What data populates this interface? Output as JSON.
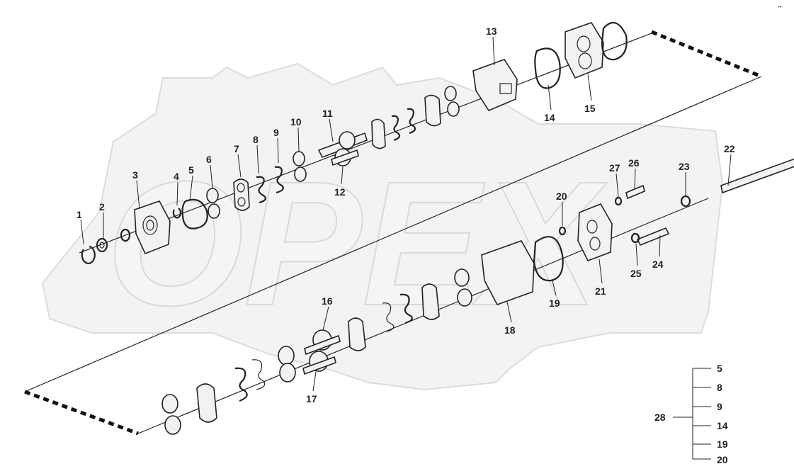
{
  "watermark": "OPEX",
  "corner_mark": "••",
  "callouts": [
    {
      "id": "c1",
      "label": "1"
    },
    {
      "id": "c2",
      "label": "2"
    },
    {
      "id": "c3",
      "label": "3"
    },
    {
      "id": "c4",
      "label": "4"
    },
    {
      "id": "c5",
      "label": "5"
    },
    {
      "id": "c6",
      "label": "6"
    },
    {
      "id": "c7",
      "label": "7"
    },
    {
      "id": "c8",
      "label": "8"
    },
    {
      "id": "c9",
      "label": "9"
    },
    {
      "id": "c10",
      "label": "10"
    },
    {
      "id": "c11",
      "label": "11"
    },
    {
      "id": "c12",
      "label": "12"
    },
    {
      "id": "c13",
      "label": "13"
    },
    {
      "id": "c14",
      "label": "14"
    },
    {
      "id": "c15",
      "label": "15"
    },
    {
      "id": "c16",
      "label": "16"
    },
    {
      "id": "c17",
      "label": "17"
    },
    {
      "id": "c18",
      "label": "18"
    },
    {
      "id": "c19",
      "label": "19"
    },
    {
      "id": "c20",
      "label": "20"
    },
    {
      "id": "c21",
      "label": "21"
    },
    {
      "id": "c22",
      "label": "22"
    },
    {
      "id": "c23",
      "label": "23"
    },
    {
      "id": "c24",
      "label": "24"
    },
    {
      "id": "c25",
      "label": "25"
    },
    {
      "id": "c26",
      "label": "26"
    },
    {
      "id": "c27",
      "label": "27"
    }
  ],
  "kit": {
    "label": "28",
    "items": [
      "5",
      "8",
      "9",
      "14",
      "19",
      "20"
    ]
  }
}
